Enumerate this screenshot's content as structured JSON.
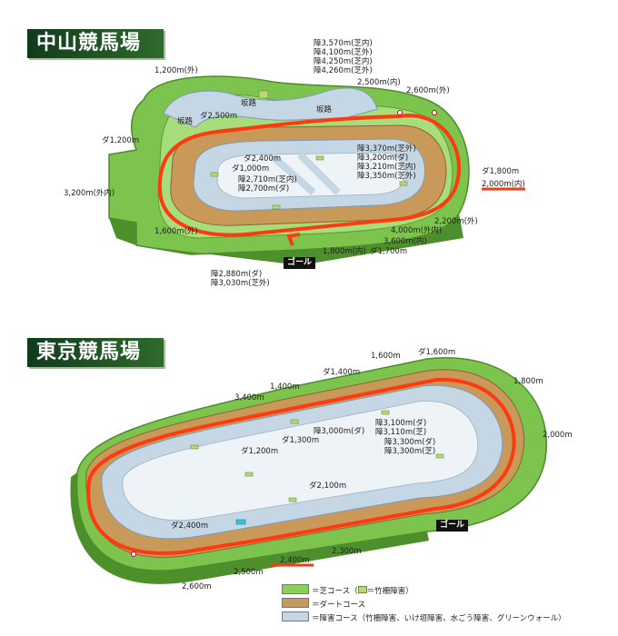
{
  "tracks": [
    {
      "title": "中山競馬場",
      "goal": "ゴール",
      "labels": [
        "障3,570m(芝内)",
        "障4,100m(芝外)",
        "障4,250m(芝内)",
        "障4,260m(芝外)",
        "1,200m(外)",
        "2,500m(内)",
        "2,600m(外)",
        "坂路",
        "坂路",
        "坂路",
        "ダ2,500m",
        "ダ1,200m",
        "ダ2,400m",
        "ダ1,000m",
        "障2,710m(芝内)",
        "障2,700m(ダ)",
        "障3,370m(芝外)",
        "障3,200m(ダ)",
        "障3,210m(芝内)",
        "障3,350m(芝外)",
        "ダ1,800m",
        "2,000m(内)",
        "3,200m(外内)",
        "1,600m(外)",
        "2,200m(外)",
        "4,000m(外内)",
        "3,600m(内)",
        "1,800m(内)",
        "ダ1,700m",
        "障2,880m(ダ)",
        "障3,030m(芝外)"
      ]
    },
    {
      "title": "東京競馬場",
      "goal": "ゴール",
      "labels": [
        "1,600m",
        "ダ1,600m",
        "ダ1,400m",
        "1,400m",
        "3,400m",
        "1,800m",
        "2,000m",
        "ダ1,200m",
        "ダ1,300m",
        "障3,000m(ダ)",
        "障3,100m(ダ)",
        "障3,110m(芝)",
        "障3,300m(ダ)",
        "障3,300m(芝)",
        "ダ2,100m",
        "ダ2,400m",
        "2,400m",
        "2,300m",
        "2,500m",
        "2,600m"
      ]
    }
  ],
  "legend": [
    {
      "text": "＝芝コース（",
      "icon": "竹柵障害",
      "after": "＝竹柵障害）",
      "color": "#8ccf5a"
    },
    {
      "text": "＝ダートコース",
      "color": "#c9995a"
    },
    {
      "text": "＝障害コース（竹柵障害、いけ垣障害、水ごう障害、グリーンウォール）",
      "color": "#c5d6e4"
    }
  ],
  "colors": {
    "turf": "#8ccf5a",
    "dirt": "#c9995a",
    "jump": "#c5d6e4",
    "highlight": "#ff3a10"
  }
}
